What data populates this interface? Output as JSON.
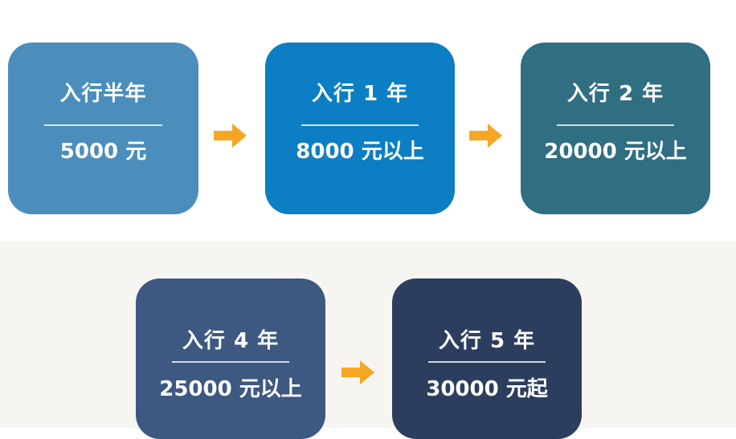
{
  "stages": [
    {
      "title": "入行半年",
      "amount": "5000 元"
    },
    {
      "title": "入行 1 年",
      "amount": "8000 元以上"
    },
    {
      "title": "入行 2 年",
      "amount": "20000 元以上"
    },
    {
      "title": "入行 4 年",
      "amount": "25000 元以上"
    },
    {
      "title": "入行 5 年",
      "amount": "30000 元起"
    }
  ],
  "colors": {
    "stage_1": "#4b8ebc",
    "stage_2": "#0c7ec3",
    "stage_3": "#306e82",
    "stage_4": "#3d5881",
    "stage_5": "#2c3e5e",
    "arrow": "#f5a623",
    "text": "#ffffff"
  }
}
